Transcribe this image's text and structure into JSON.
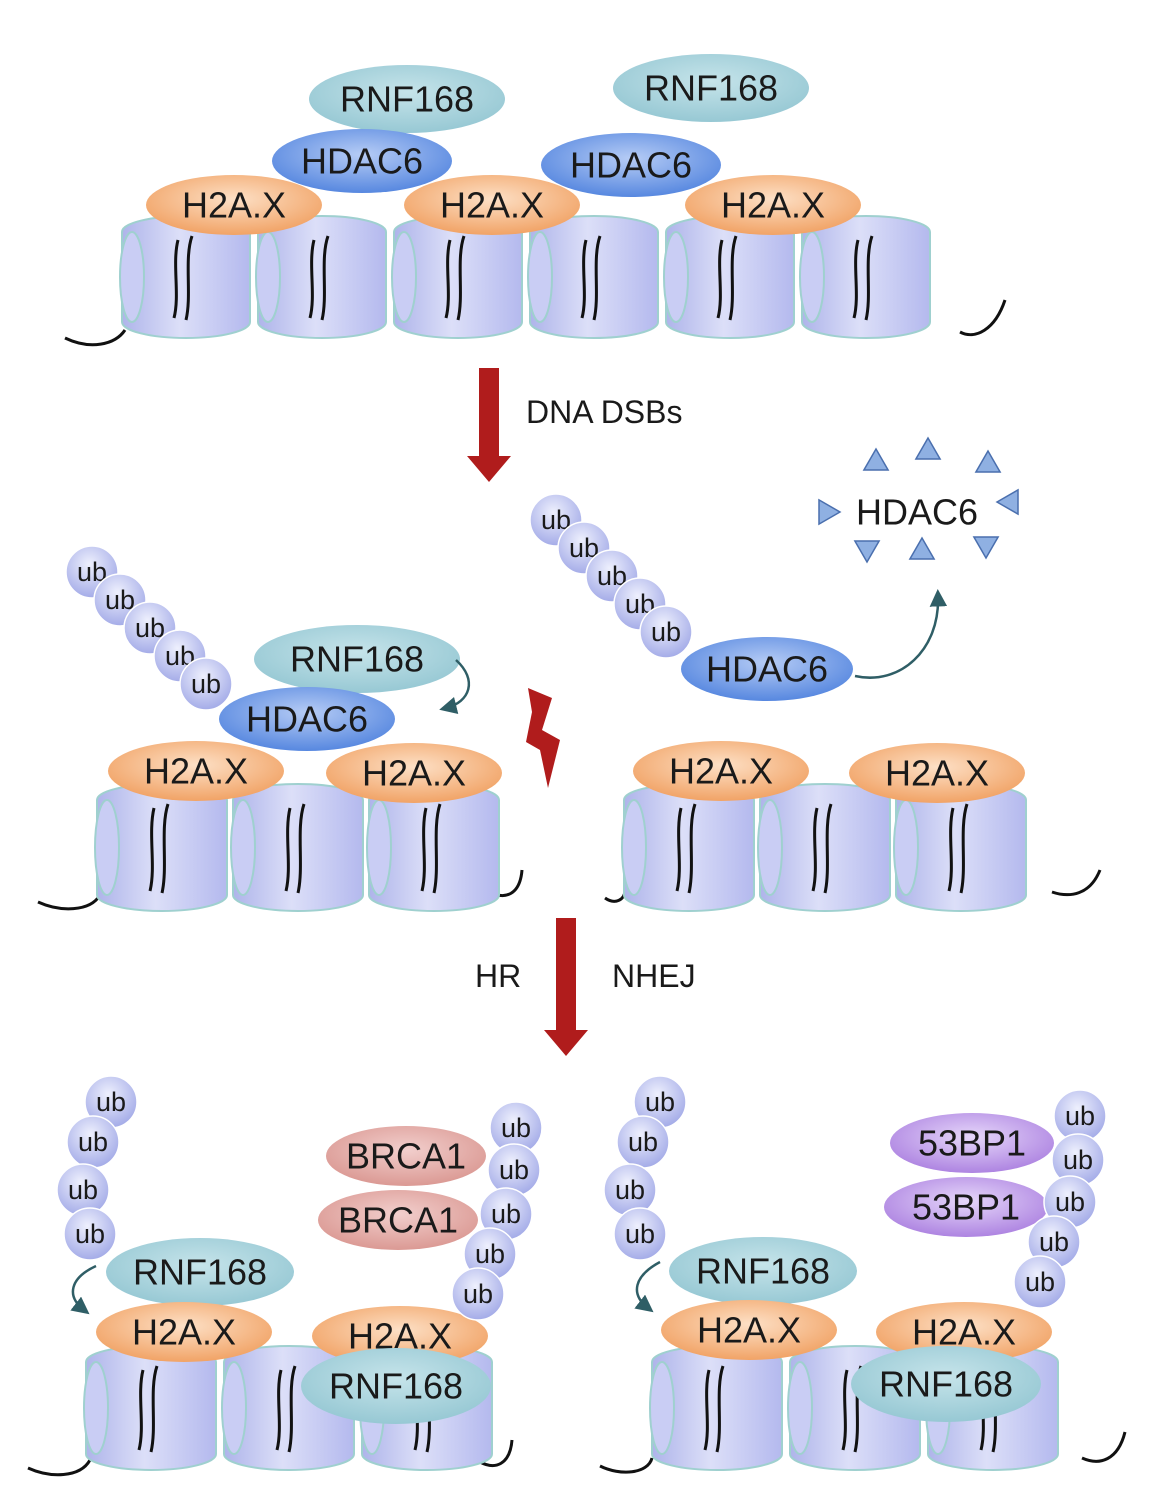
{
  "labels": {
    "rnf168": "RNF168",
    "hdac6": "HDAC6",
    "h2ax": "H2A.X",
    "brca1": "BRCA1",
    "bp53": "53BP1",
    "ub": "ub"
  },
  "arrows": {
    "dsb": "DNA DSBs",
    "hr": "HR",
    "nhej": "NHEJ"
  },
  "colors": {
    "rnf168": "#a9d3dc",
    "hdac6": "#5f8fe3",
    "h2ax": "#f4b07a",
    "brca1": "#e2aaa8",
    "bp53": "#c39ae6",
    "ub": "#b9bff0",
    "nucleosome": "#c6cbf2",
    "arrow": "#b01c1c",
    "dna": "#111111",
    "triangle": "#8fb0e2"
  },
  "icons": {
    "dsb": "lightning-bolt-icon",
    "degradation": "triangle-fragment-icon",
    "recruit": "curved-arrow-icon"
  }
}
